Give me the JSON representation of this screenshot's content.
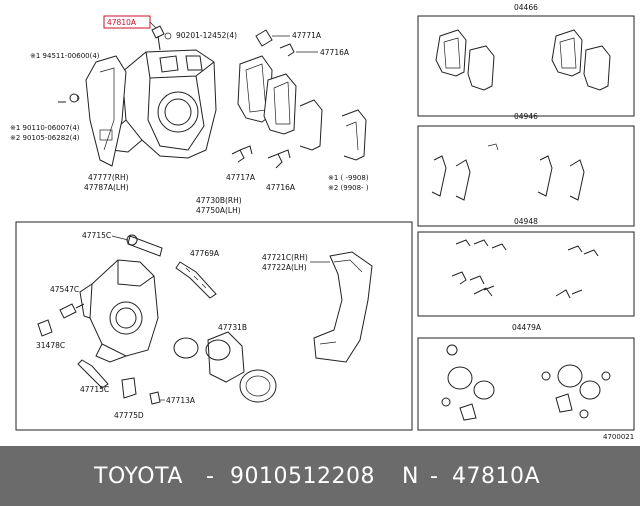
{
  "diagram": {
    "code": "4700021",
    "highlight_part": "47810A",
    "main_labels": {
      "p47810A": "47810A",
      "p90201": "90201-12452(4)",
      "p47771A": "47771A",
      "p47716A_top": "47716A",
      "p94511": "※1 94511-00600(4)",
      "p90110": "※1 90110-06007(4)",
      "p90105": "※2 90105-06282(4)",
      "p47777": "47777(RH)",
      "p47787A": "47787A(LH)",
      "p47717A": "47717A",
      "p47716A_bottom": "47716A",
      "note1": "※1 (   -9908)",
      "note2": "※2 (9908-   )",
      "p47730B": "47730B(RH)",
      "p47750A": "47750A(LH)"
    },
    "sub_labels": {
      "p47715C_top": "47715C",
      "p47769A": "47769A",
      "p47721C": "47721C(RH)",
      "p47722A": "47722A(LH)",
      "p47547C": "47547C",
      "p31478C": "31478C",
      "p47731B": "47731B",
      "p47715C_bottom": "47715C",
      "p47775D": "47775D",
      "p47713A": "47713A"
    },
    "kits": [
      {
        "code": "04466"
      },
      {
        "code": "04946"
      },
      {
        "code": "04948"
      },
      {
        "code": "04479A"
      }
    ]
  },
  "footer": {
    "brand": "TOYOTA",
    "sep1": "-",
    "part_number": "9010512208",
    "n": "N",
    "sep2": "-",
    "ref": "47810A"
  }
}
